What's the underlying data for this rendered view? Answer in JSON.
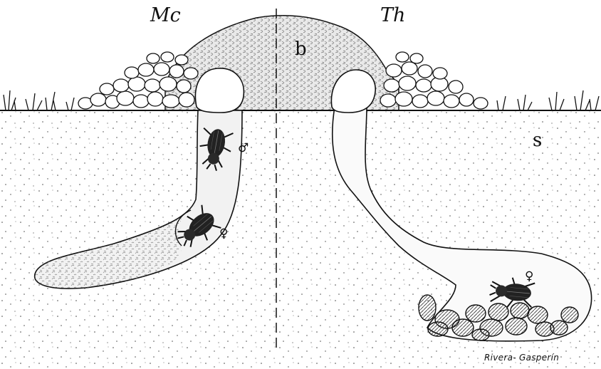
{
  "labels": {
    "left_species": "Mc",
    "right_species": "Th",
    "mound": "b",
    "soil": "s",
    "male_symbol": "♂",
    "female_symbol_left": "♀",
    "female_symbol_right": "♀"
  },
  "artist_signature": "Rivera- Gasperín"
}
